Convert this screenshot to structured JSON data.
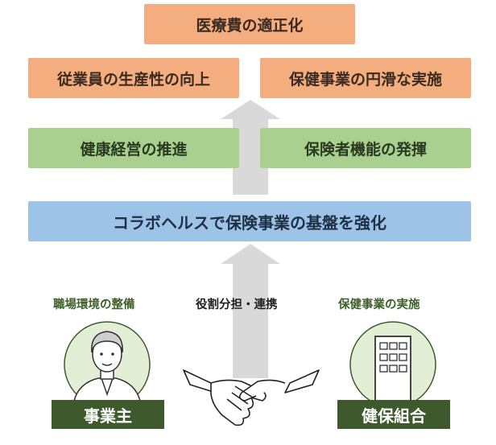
{
  "top_goal": "医療費の適正化",
  "goals": [
    "従業員の生産性の向上",
    "保健事業の円滑な実施"
  ],
  "measures": [
    "健康経営の推進",
    "保険者機能の発揮"
  ],
  "foundation": "コラボヘルスで保険事業の基盤を強化",
  "left_role": {
    "caption": "職場環境の整備",
    "name": "事業主",
    "icon": "businessman-icon"
  },
  "center_caption": "役割分担・連携",
  "right_role": {
    "caption": "保健事業の実施",
    "name": "健保組合",
    "icon": "building-icon"
  },
  "colors": {
    "orange": "#f4ad7f",
    "green": "#a9d08e",
    "blue": "#9dc3e6",
    "dark_green": "#3e5a2c",
    "arrow": "#d9d9d9"
  }
}
